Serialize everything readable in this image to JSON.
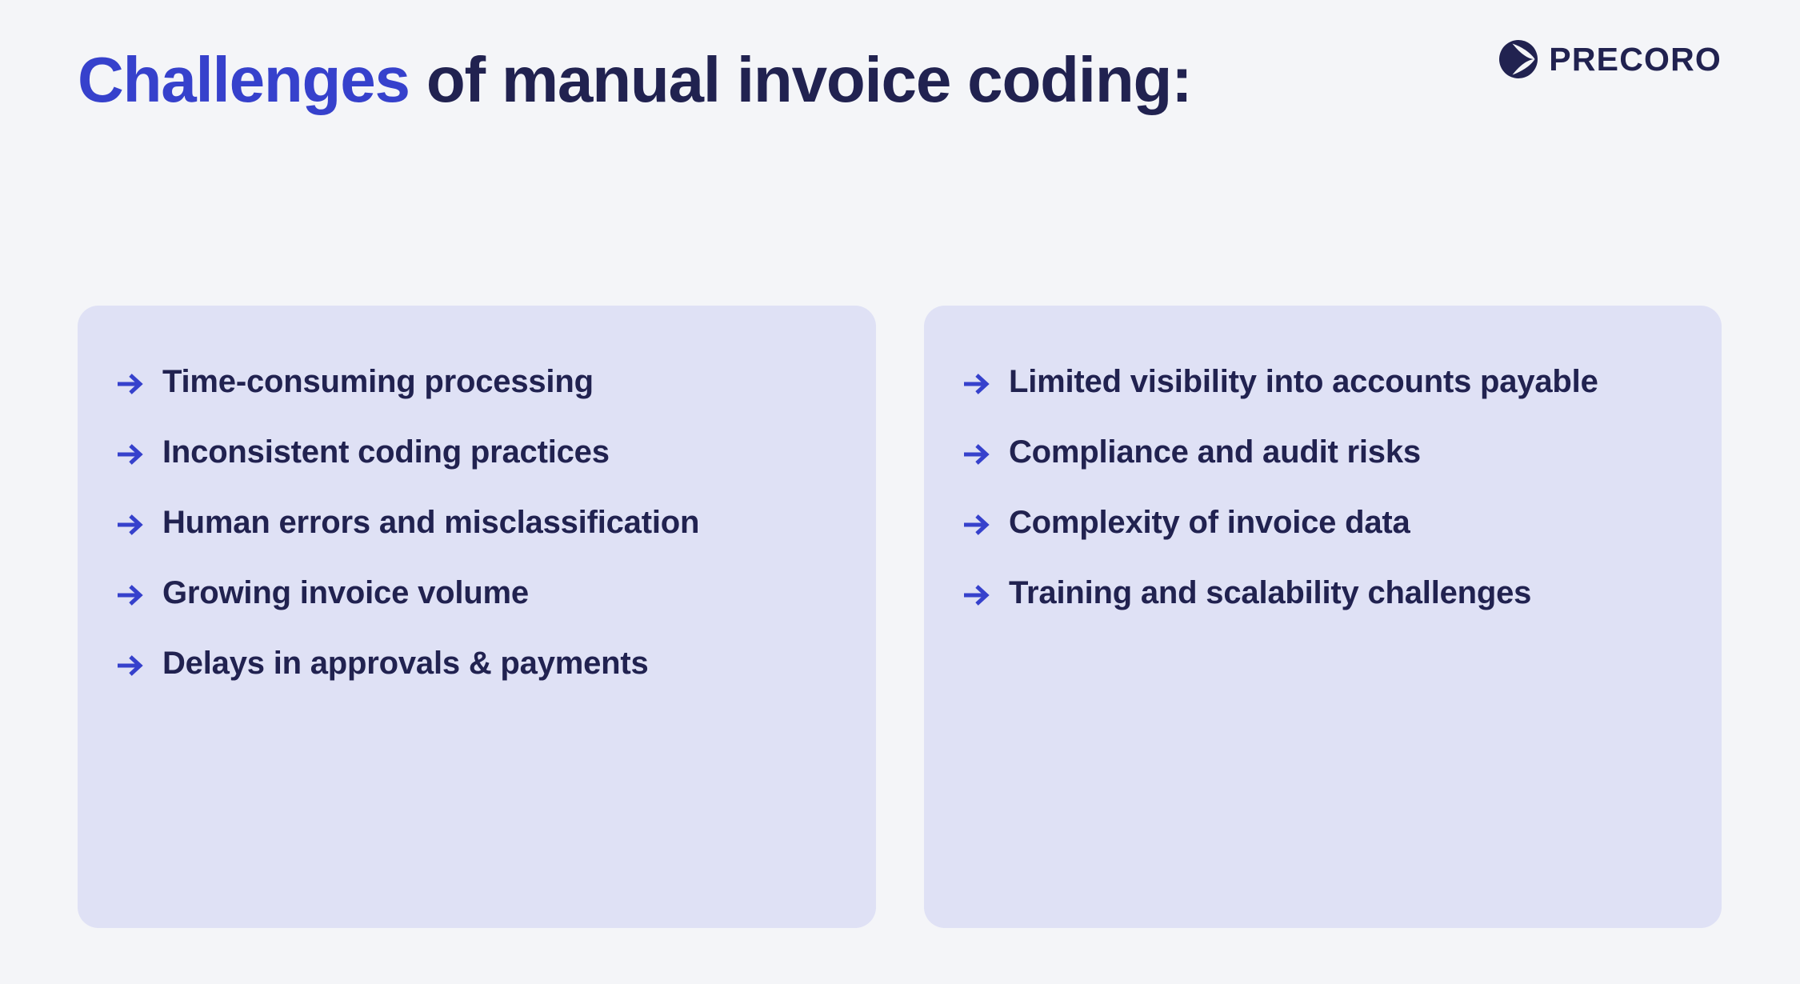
{
  "header": {
    "title_accent": "Challenges",
    "title_rest": " of manual invoice coding:",
    "accent_color": "#3641cc",
    "title_color": "#212250"
  },
  "logo": {
    "name": "PRECORO",
    "mark_icon": "precoro-circle-arrow-icon",
    "mark_color": "#212250"
  },
  "colors": {
    "page_background": "#f4f5f8",
    "card_background": "#dfe1f5",
    "arrow": "#3641cc",
    "text": "#212250"
  },
  "cards": [
    {
      "id": "left",
      "bullet_icon": "arrow-right-icon",
      "items": [
        "Time-consuming processing",
        "Inconsistent coding practices",
        "Human errors and misclassification",
        "Growing invoice volume",
        "Delays in approvals & payments"
      ]
    },
    {
      "id": "right",
      "bullet_icon": "arrow-right-icon",
      "items": [
        "Limited visibility into accounts payable",
        "Compliance and audit risks",
        "Complexity of invoice data",
        "Training and scalability challenges"
      ]
    }
  ]
}
